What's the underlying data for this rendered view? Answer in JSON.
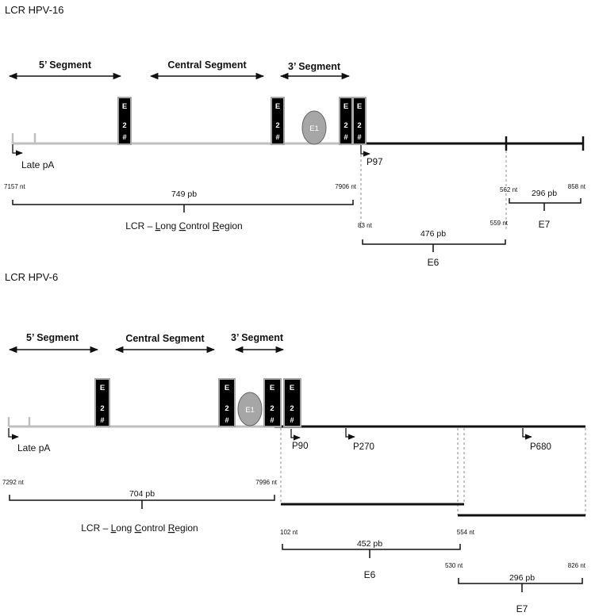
{
  "hpv16": {
    "section_title": "LCR HPV-16",
    "seg_5": "5’ Segment",
    "seg_central": "Central Segment",
    "seg_3": "3’ Segment",
    "e2_box_letter": "E",
    "e2_box_num": "2",
    "e2_box_hash": "#",
    "e1_label": "E1",
    "late_pa": "Late pA",
    "promoter": "P97",
    "lcr_start_nt": "7157 nt",
    "lcr_end_nt": "7906 nt",
    "lcr_len": "749 pb",
    "lcr_name_parts": [
      "LCR – ",
      "L",
      "ong ",
      "C",
      "ontrol ",
      "R",
      "egion"
    ],
    "e6_start_nt": "83 nt",
    "e6_end_nt": "559 nt",
    "e6_len": "476 pb",
    "e6_label": "E6",
    "e7_start_nt": "562 nt",
    "e7_end_nt": "858 nt",
    "e7_len": "296 pb",
    "e7_label": "E7"
  },
  "hpv6": {
    "section_title": "LCR HPV-6",
    "seg_5": "5’ Segment",
    "seg_central": "Central Segment",
    "seg_3": "3’ Segment",
    "e2_box_letter": "E",
    "e2_box_num": "2",
    "e2_box_hash": "#",
    "e1_label": "E1",
    "late_pa": "Late pA",
    "promoter_1": "P90",
    "promoter_2": "P270",
    "promoter_3": "P680",
    "lcr_start_nt": "7292 nt",
    "lcr_end_nt": "7996 nt",
    "lcr_len": "704 pb",
    "lcr_name_parts": [
      "LCR – ",
      "L",
      "ong ",
      "C",
      "ontrol ",
      "R",
      "egion"
    ],
    "e6_start_nt": "102 nt",
    "e6_end_nt": "554 nt",
    "e6_len": "452 pb",
    "e6_label": "E6",
    "e7_start_nt": "530 nt",
    "e7_end_nt": "826 nt",
    "e7_len": "296 pb",
    "e7_label": "E7"
  },
  "colors": {
    "lcr_line": "#bfbfbf",
    "coding_line": "#111111",
    "box_fill": "#000000",
    "box_border": "#a6a6a6",
    "e1_fill": "#a6a6a6",
    "dash": "#8c8c8c"
  }
}
